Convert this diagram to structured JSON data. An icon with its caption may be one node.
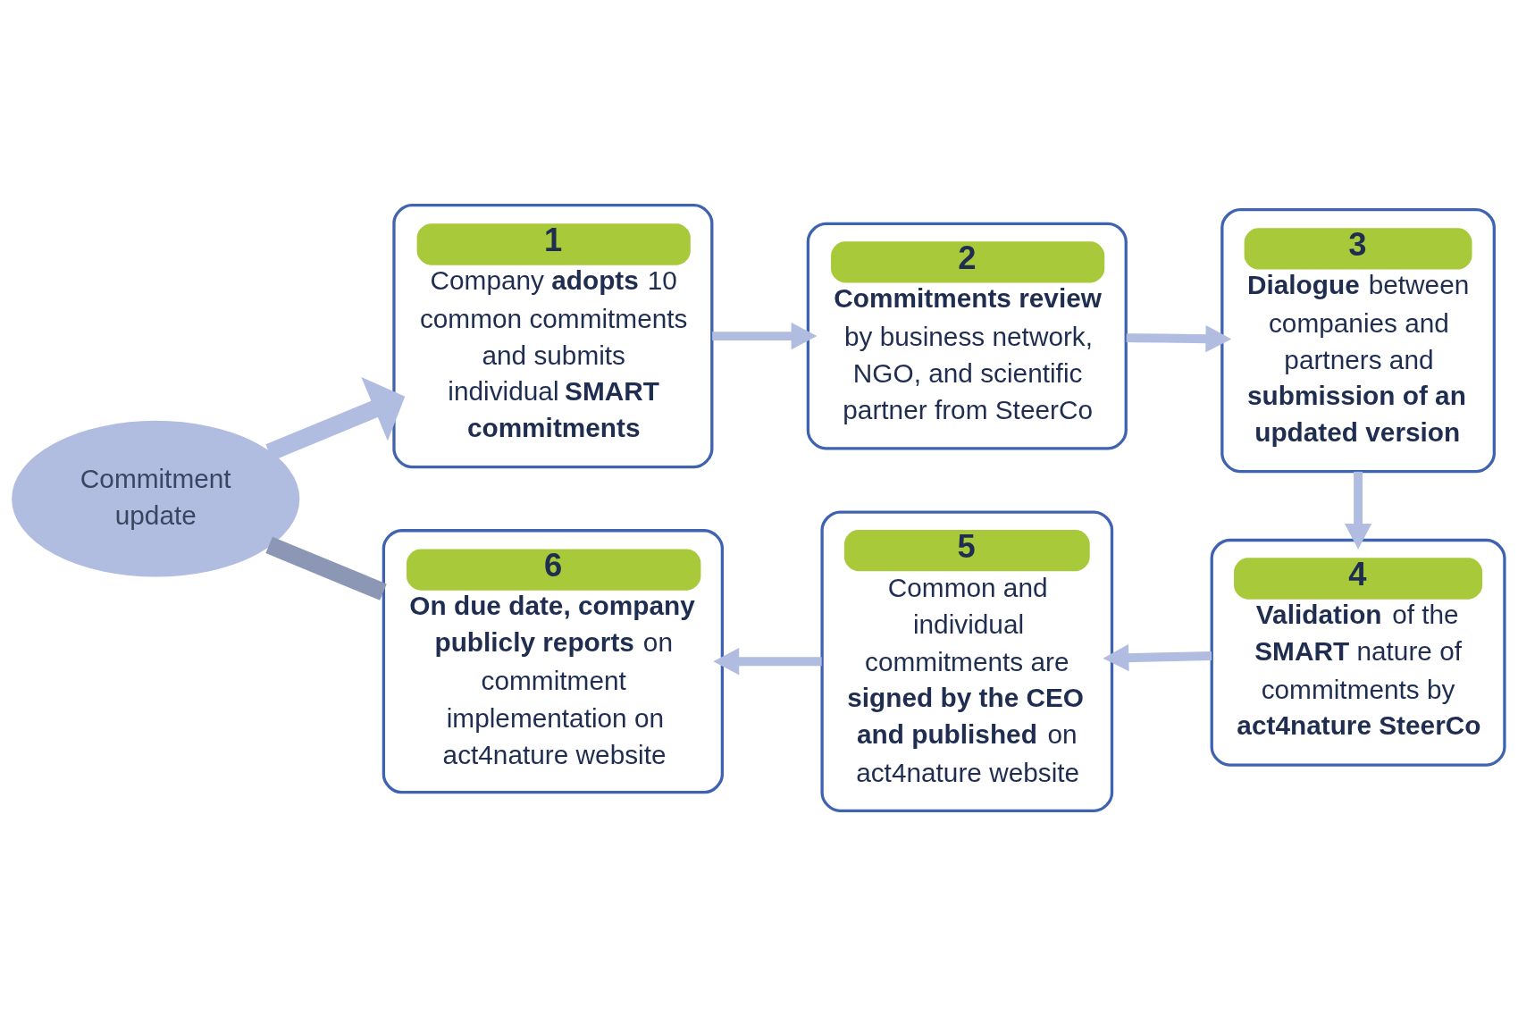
{
  "diagram": {
    "nodes": [
      {
        "text": [
          "Commitment update"
        ]
      },
      {
        "text": [
          "1",
          "Company **adopts** 10 common commitments and submits individual **SMART commitments**"
        ]
      },
      {
        "text": [
          "2",
          "**Commitments review** by business network, NGO, and scientific partner from SteerCo"
        ]
      },
      {
        "text": [
          "3",
          "**Dialogue** between companies and partners and **submission of an updated version**"
        ]
      },
      {
        "text": [
          "4",
          "**Validation** of the **SMART** nature of commitments by **act4nature SteerCo**"
        ]
      },
      {
        "text": [
          "5",
          "Common and individual commitments are **signed by the CEO and published** on act4nature website"
        ]
      },
      {
        "text": [
          "6",
          "**On due date, company publicly reports** on commitment implementation on act4nature website"
        ]
      }
    ],
    "edges": [
      {
        "from": 1,
        "to": 2,
        "arrow": "to"
      },
      {
        "from": 2,
        "to": 3,
        "arrow": "to"
      },
      {
        "from": 3,
        "to": 4,
        "arrow": "to"
      },
      {
        "from": 4,
        "to": 5,
        "arrow": "to"
      },
      {
        "from": 5,
        "to": 6,
        "arrow": "to"
      },
      {
        "from": 6,
        "to": 0,
        "arrow": "none",
        "style": "thick",
        "color": "#8c97b5"
      },
      {
        "from": 0,
        "to": 1,
        "arrow": "to",
        "style": "thick"
      }
    ]
  }
}
